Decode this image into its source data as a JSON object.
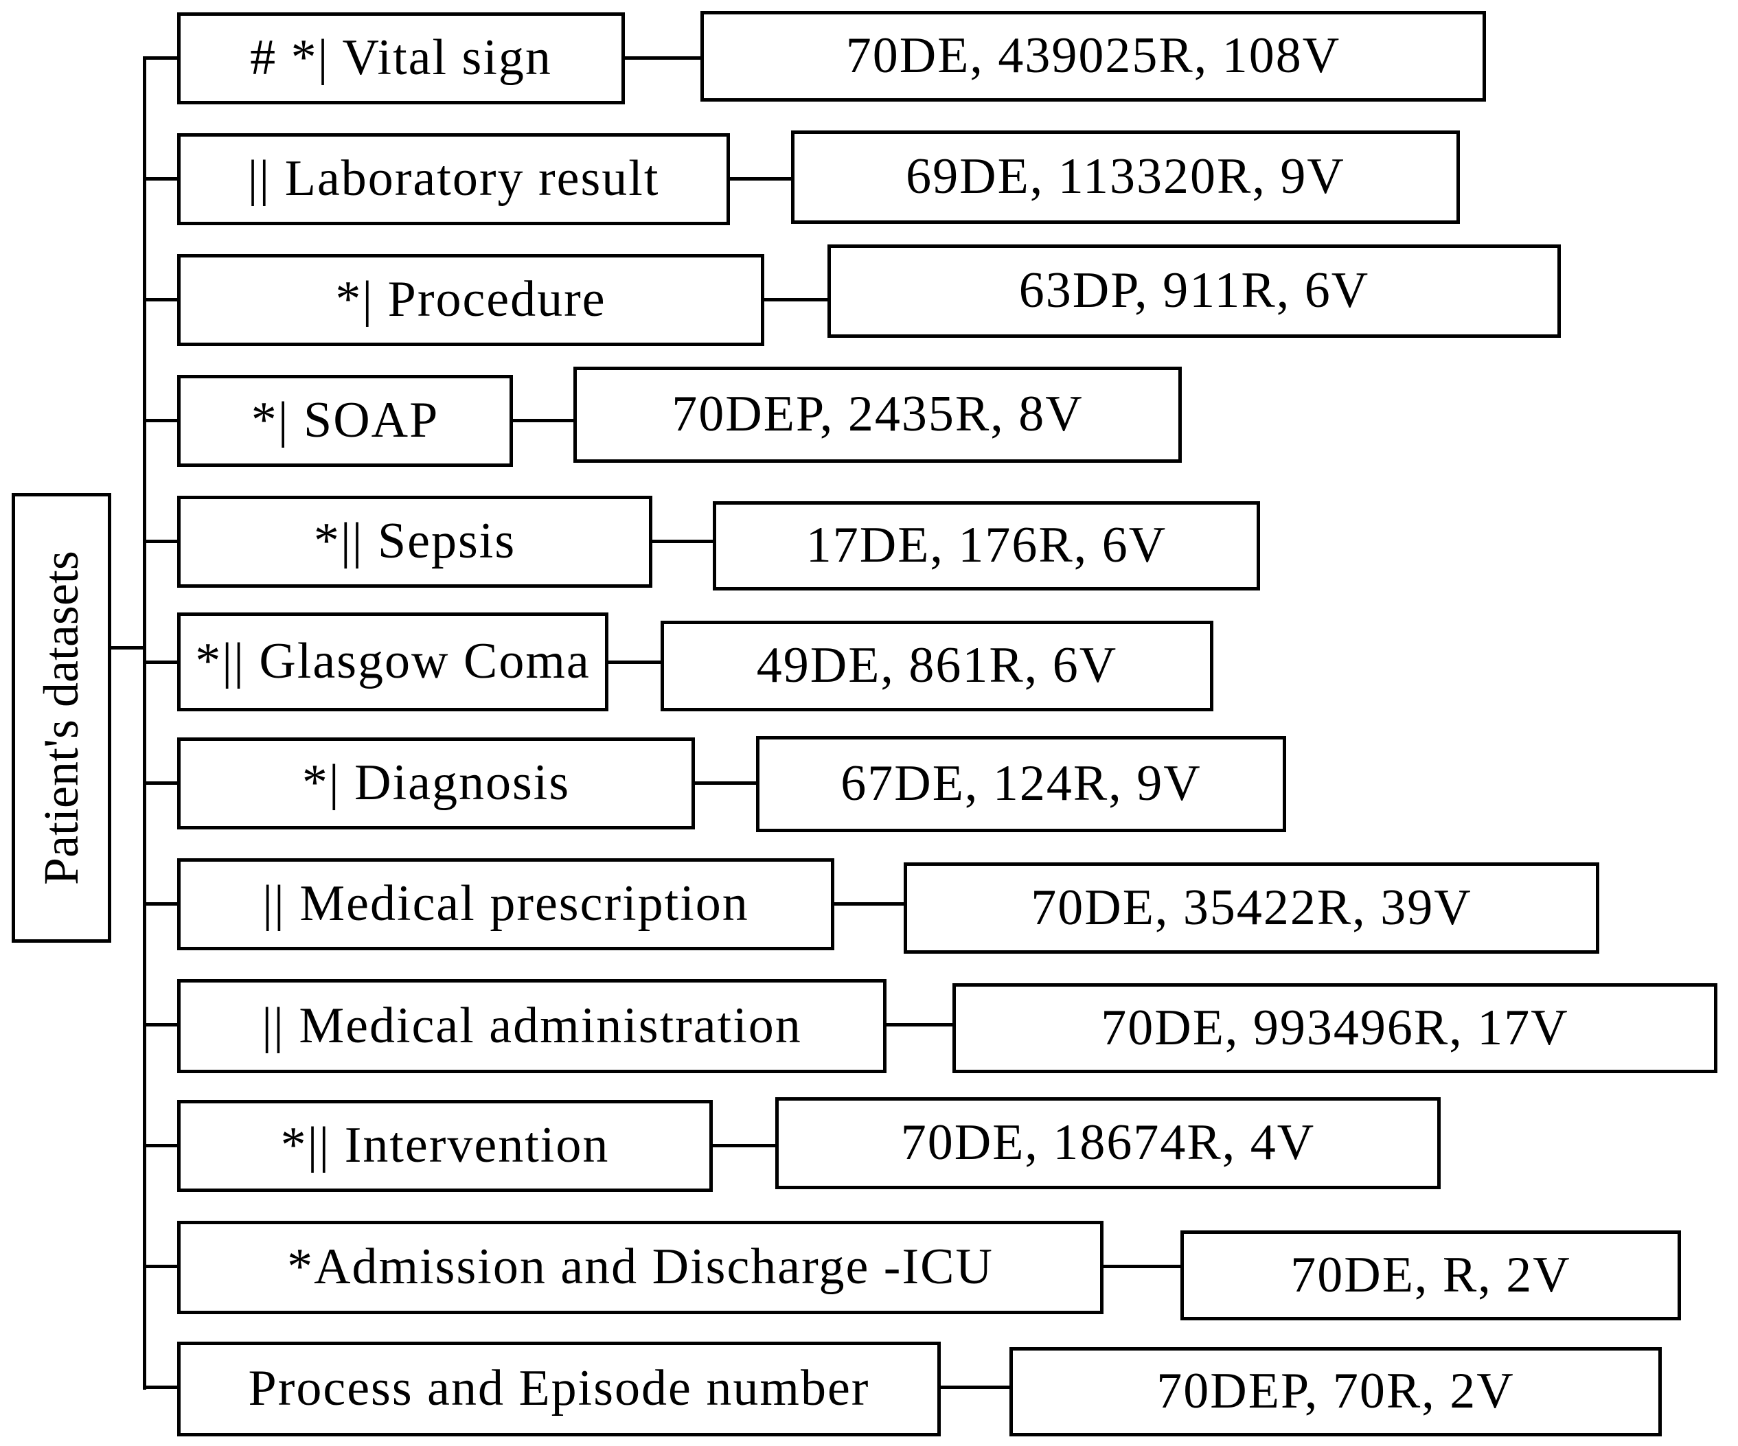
{
  "diagram": {
    "root_label": "Patient's datasets",
    "rows": [
      {
        "label": "# *| Vital sign",
        "value": "70DE, 439025R, 108V"
      },
      {
        "label": "|| Laboratory result",
        "value": "69DE, 113320R, 9V"
      },
      {
        "label": "*| Procedure",
        "value": "63DP, 911R, 6V"
      },
      {
        "label": "*| SOAP",
        "value": "70DEP, 2435R, 8V"
      },
      {
        "label": "*|| Sepsis",
        "value": "17DE, 176R, 6V"
      },
      {
        "label": "*|| Glasgow Coma",
        "value": "49DE, 861R, 6V"
      },
      {
        "label": "*| Diagnosis",
        "value": "67DE, 124R, 9V"
      },
      {
        "label": "|| Medical prescription",
        "value": "70DE, 35422R, 39V"
      },
      {
        "label": "|| Medical administration",
        "value": "70DE, 993496R, 17V"
      },
      {
        "label": "*|| Intervention",
        "value": "70DE, 18674R, 4V"
      },
      {
        "label": "*Admission and Discharge -ICU",
        "value": "70DE, R, 2V"
      },
      {
        "label": "Process and Episode number",
        "value": "70DEP, 70R, 2V"
      }
    ],
    "line_color": "#000000",
    "box_background": "#ffffff"
  }
}
